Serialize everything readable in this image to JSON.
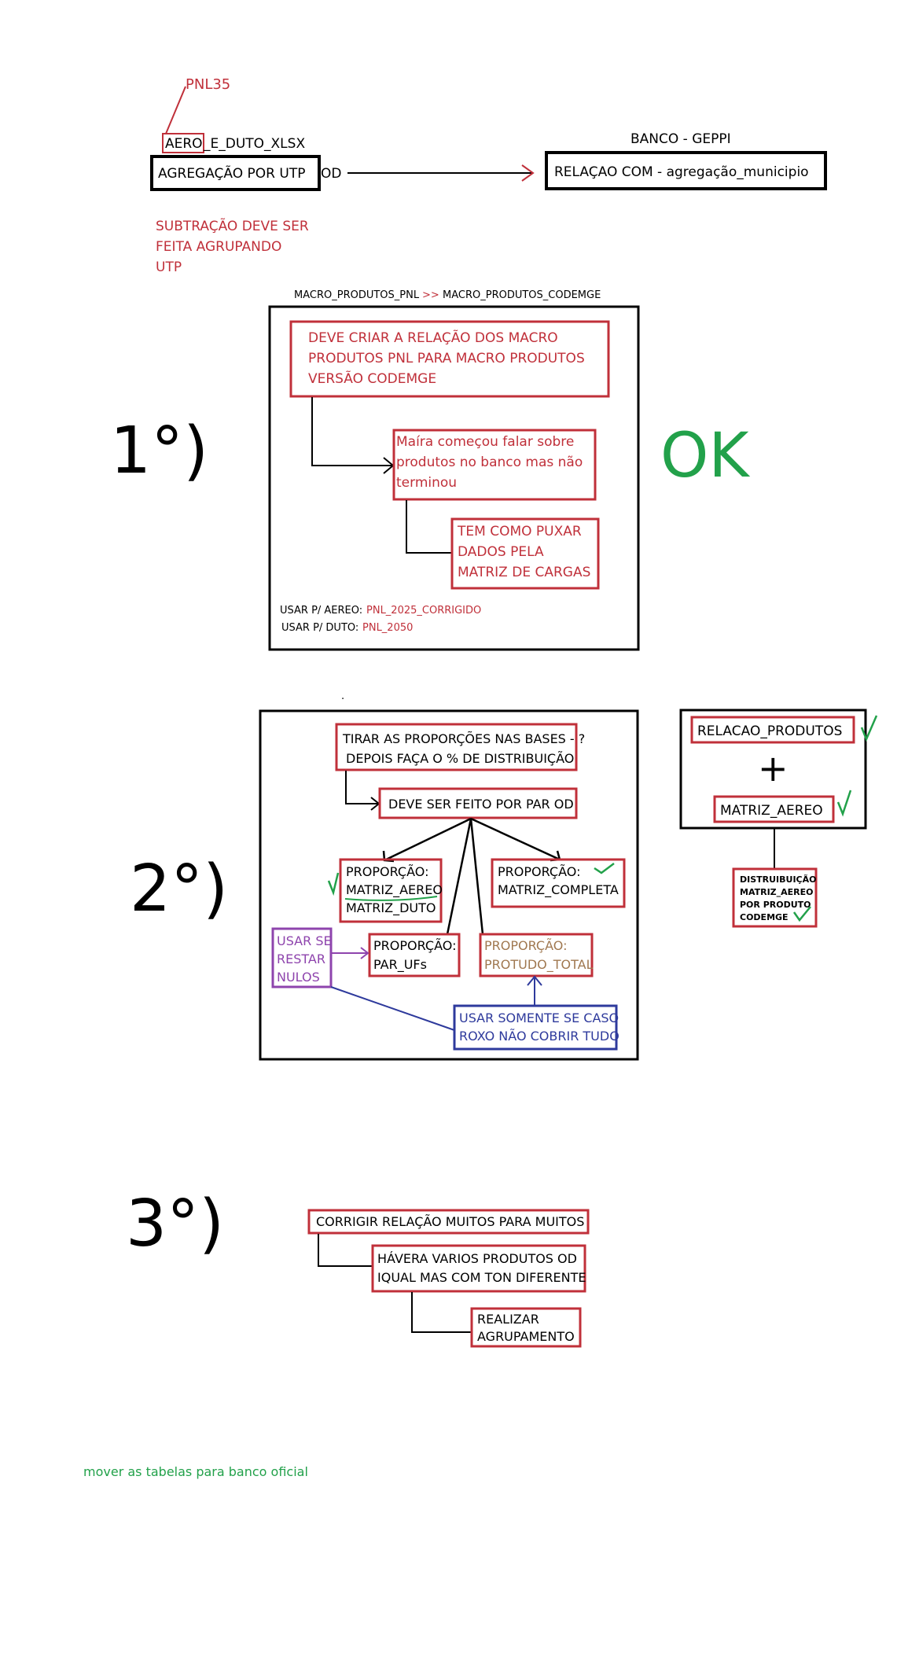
{
  "colors": {
    "red": "#c0303a",
    "black": "#000000",
    "green": "#22a14a",
    "purple": "#8e44ad",
    "blue": "#2e3a9c",
    "brown": "#a07850"
  },
  "header": {
    "pnl35": "PNL35",
    "aero": "AERO",
    "duto_xlsx": "_E_DUTO_XLSX",
    "agregacao_box": "AGREGAÇÃO POR UTP",
    "od": "OD",
    "banco": "BANCO - GEPPI",
    "relacao_box": "RELAÇAO COM - agregação_municipio",
    "subtracao_line1": "SUBTRAÇÃO DEVE SER",
    "subtracao_line2": "FEITA AGRUPANDO",
    "subtracao_line3": "UTP"
  },
  "macro_title": {
    "left": "MACRO_PRODUTOS_PNL",
    "sep": ">>",
    "right": "MACRO_PRODUTOS_CODEMGE"
  },
  "step1": {
    "label": "1°)",
    "ok": "OK",
    "box1_l1": "DEVE CRIAR A RELAÇÃO DOS MACRO",
    "box1_l2": "PRODUTOS PNL PARA MACRO PRODUTOS",
    "box1_l3": "VERSÃO CODEMGE",
    "box2_l1": "Maíra começou falar sobre",
    "box2_l2": "produtos no banco mas não",
    "box2_l3": "terminou",
    "box3_l1": "TEM COMO PUXAR",
    "box3_l2": "DADOS PELA",
    "box3_l3": "MATRIZ DE CARGAS",
    "usar_aereo_label": "USAR P/ AEREO:",
    "usar_aereo_value": "PNL_2025_CORRIGIDO",
    "usar_duto_label": "USAR P/ DUTO:",
    "usar_duto_value": "PNL_2050"
  },
  "step2": {
    "label": "2°)",
    "dot": ".",
    "top_l1": "TIRAR AS PROPORÇÕES NAS BASES - ?",
    "top_l2": "DEPOIS FAÇA O % DE DISTRIBUIÇÃO",
    "par_od": "DEVE SER FEITO POR PAR OD",
    "prop1_l1": "PROPORÇÃO:",
    "prop1_l2": "MATRIZ_AEREO",
    "prop1_l3": "MATRIZ_DUTO",
    "prop2_l1": "PROPORÇÃO:",
    "prop2_l2": "MATRIZ_COMPLETA",
    "prop3_l1": "PROPORÇÃO:",
    "prop3_l2": "PAR_UFs",
    "prop4_l1": "PROPORÇÃO:",
    "prop4_l2": "PROTUDO_TOTAL",
    "usar_l1": "USAR SE",
    "usar_l2": "RESTAR",
    "usar_l3": "NULOS",
    "somente_l1": "USAR SOMENTE SE CASO",
    "somente_l2": "ROXO NÃO COBRIR TUDO",
    "relacao_produtos": "RELACAO_PRODUTOS",
    "plus": "+",
    "matriz_aereo": "MATRIZ_AEREO",
    "dist_l1": "DISTRUIBUIÇÃO",
    "dist_l2": "MATRIZ_AEREO",
    "dist_l3": "POR PRODUTO",
    "dist_l4": "CODEMGE"
  },
  "step3": {
    "label": "3°)",
    "box1": "CORRIGIR RELAÇÃO MUITOS PARA MUITOS",
    "box2_l1": "HÁVERA VARIOS PRODUTOS OD",
    "box2_l2": "IQUAL MAS COM TON DIFERENTE",
    "box3_l1": "REALIZAR",
    "box3_l2": "AGRUPAMENTO"
  },
  "footer": {
    "note": "mover as tabelas para banco oficial"
  }
}
